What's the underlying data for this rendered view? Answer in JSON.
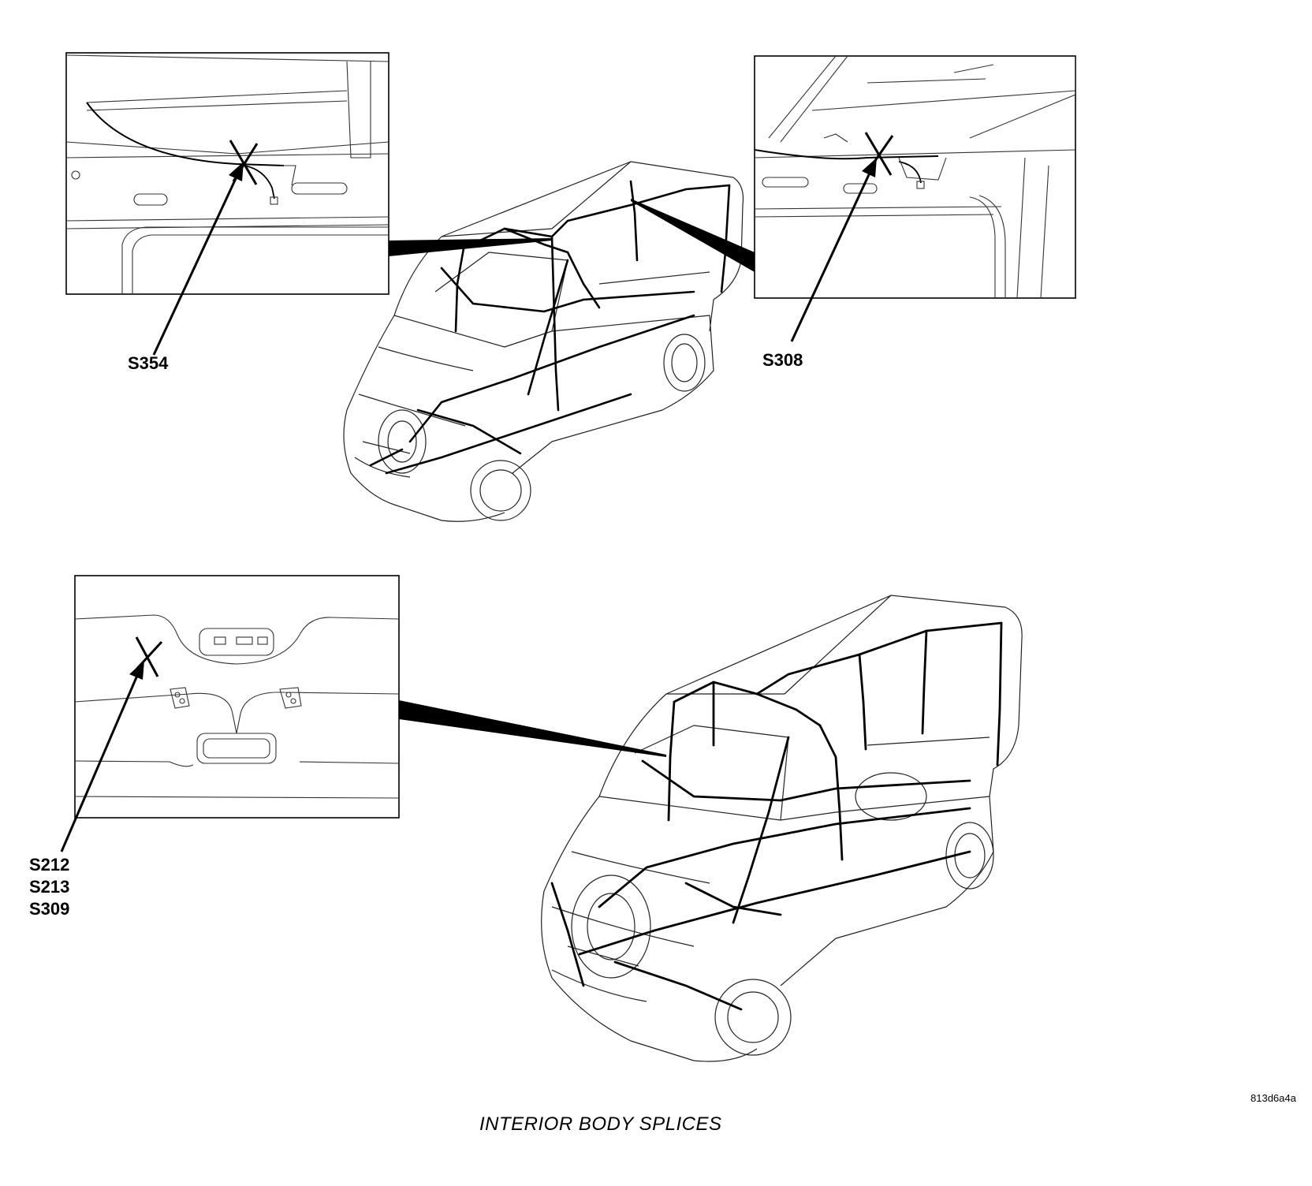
{
  "callouts": {
    "s354": "S354",
    "s308": "S308",
    "s212": "S212",
    "s213": "S213",
    "s309": "S309"
  },
  "figure_id": "813d6a4a",
  "caption": "INTERIOR BODY SPLICES"
}
